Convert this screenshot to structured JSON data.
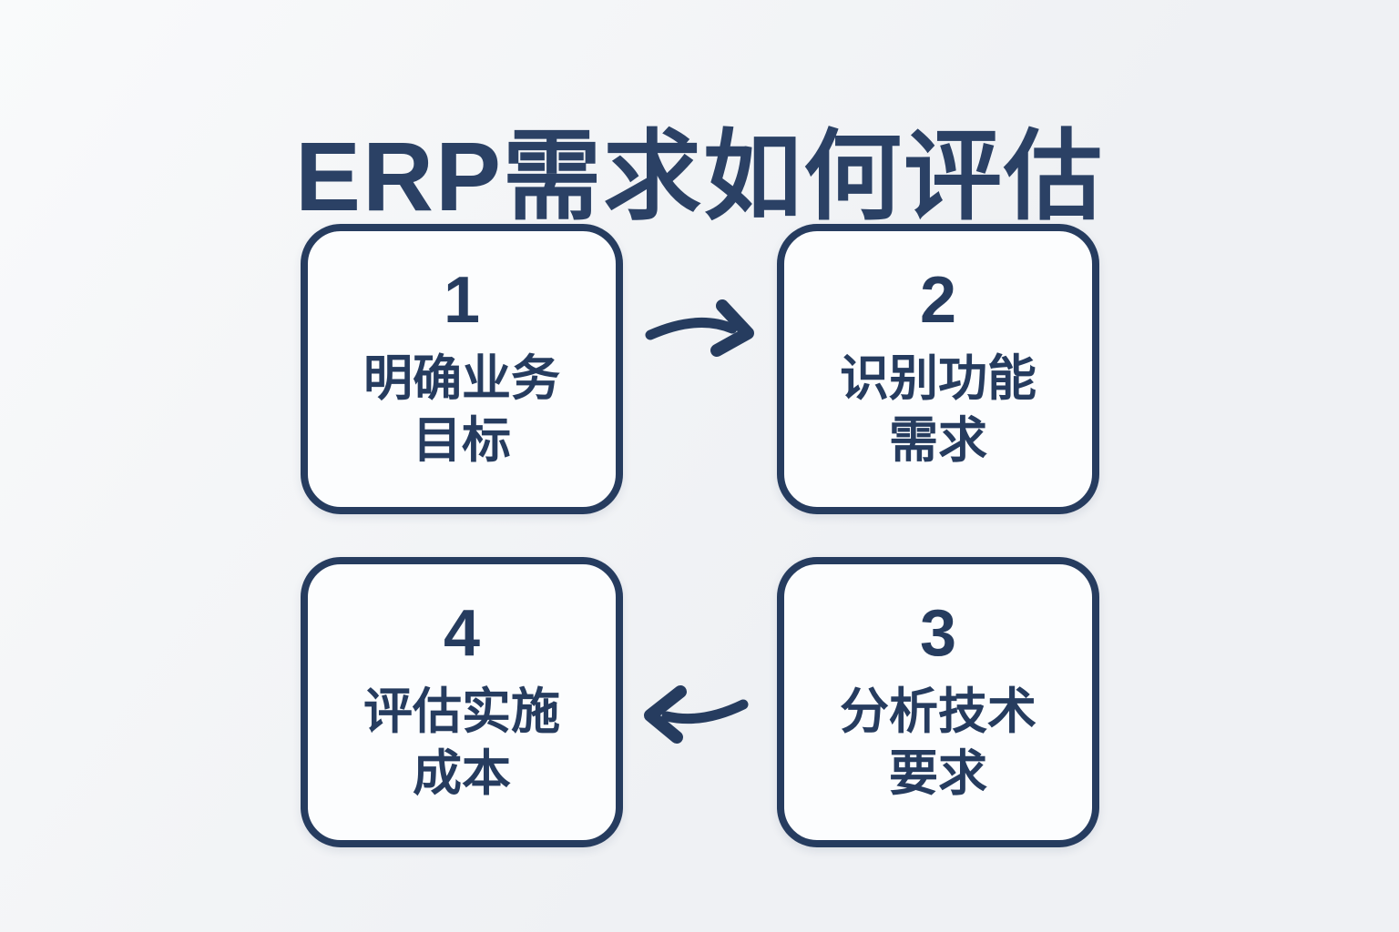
{
  "title": "ERP需求如何评估",
  "colors": {
    "ink": "#2b4165",
    "navy": "#263c5f",
    "box-fill": "#fcfdfe",
    "bg-start": "#f9fafb",
    "bg-end": "#eff1f4"
  },
  "steps": [
    {
      "number": "1",
      "label": "明确业务\n目标"
    },
    {
      "number": "2",
      "label": "识别功能\n需求"
    },
    {
      "number": "3",
      "label": "分析技术\n要求"
    },
    {
      "number": "4",
      "label": "评估实施\n成本"
    }
  ],
  "arrows": [
    {
      "icon": "curved-arrow-right-icon",
      "from": "step-1",
      "to": "step-2"
    },
    {
      "icon": "curved-arrow-left-icon",
      "from": "step-3",
      "to": "step-4"
    }
  ]
}
